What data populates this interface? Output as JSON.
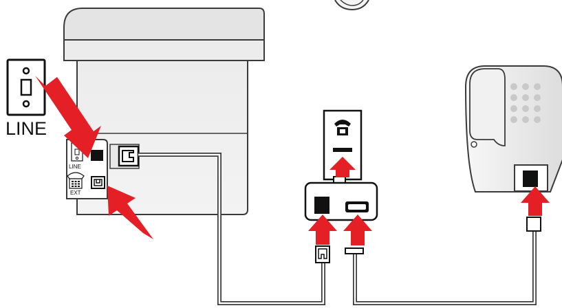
{
  "labels": {
    "wall_jack": "LINE",
    "printer_line_port": "LINE",
    "printer_ext_port": "EXT"
  },
  "colors": {
    "arrow": "#e41f26",
    "device_fill": "#efefef",
    "device_top": "#e2e2e2",
    "outline": "#3a3a3a",
    "cable": "#3a3a3a",
    "port": "#111111"
  }
}
